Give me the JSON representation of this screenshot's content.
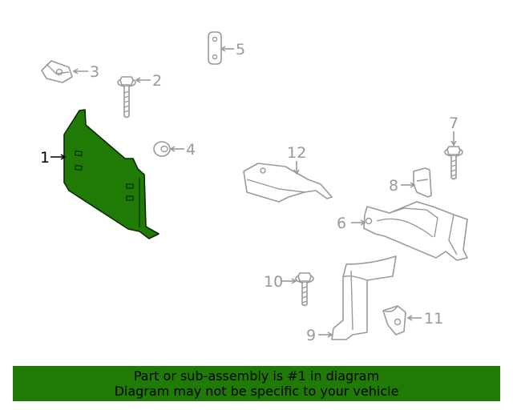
{
  "diagram": {
    "highlighted_part": "1",
    "highlight_color": "#1f7a06",
    "part_line_color": "#9a9a9a",
    "callouts": {
      "p1": "1",
      "p2": "2",
      "p3": "3",
      "p4": "4",
      "p5": "5",
      "p6": "6",
      "p7": "7",
      "p8": "8",
      "p9": "9",
      "p10": "10",
      "p11": "11",
      "p12": "12"
    }
  },
  "notice": {
    "line1": "Part or sub-assembly is #1 in diagram",
    "line2": "Diagram may not be specific to your vehicle",
    "background": "#1f7a06"
  }
}
